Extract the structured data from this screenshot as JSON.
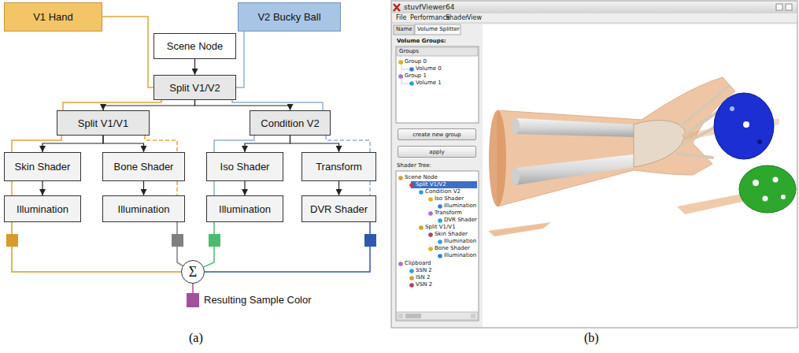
{
  "diagram": {
    "nodes": [
      {
        "text": [
          "V1 Hand"
        ]
      },
      {
        "text": [
          "V2 Bucky Ball"
        ]
      },
      {
        "text": [
          "Scene Node"
        ]
      },
      {
        "text": [
          "Split V1/V2"
        ]
      },
      {
        "text": [
          "Split V1/V1"
        ]
      },
      {
        "text": [
          "Condition V2"
        ]
      },
      {
        "text": [
          "Skin Shader"
        ]
      },
      {
        "text": [
          "Bone Shader"
        ]
      },
      {
        "text": [
          "Iso Shader"
        ]
      },
      {
        "text": [
          "Transform"
        ]
      },
      {
        "text": [
          "Illumination"
        ]
      },
      {
        "text": [
          "Illumination"
        ]
      },
      {
        "text": [
          "Illumination"
        ]
      },
      {
        "text": [
          "DVR Shader"
        ]
      },
      {
        "text": [
          "Σ"
        ]
      },
      {
        "text": [
          "Resulting Sample Color"
        ]
      },
      {
        "text": [
          "create new group"
        ]
      },
      {
        "text": [
          "apply"
        ]
      }
    ],
    "edges": [
      {
        "from": 2,
        "to": 3,
        "arrow": "to"
      },
      {
        "from": 3,
        "to": 4,
        "arrow": "to"
      },
      {
        "from": 3,
        "to": 5,
        "arrow": "to"
      },
      {
        "from": 4,
        "to": 6,
        "arrow": "to"
      },
      {
        "from": 4,
        "to": 7,
        "arrow": "to"
      },
      {
        "from": 5,
        "to": 8,
        "arrow": "to"
      },
      {
        "from": 5,
        "to": 9,
        "arrow": "to"
      },
      {
        "from": 6,
        "to": 10,
        "arrow": "to"
      },
      {
        "from": 7,
        "to": 11,
        "arrow": "to"
      },
      {
        "from": 8,
        "to": 12,
        "arrow": "to"
      },
      {
        "from": 9,
        "to": 13,
        "arrow": "to"
      },
      {
        "from": 0,
        "to": 3,
        "arrow": "none"
      },
      {
        "from": 1,
        "to": 3,
        "arrow": "none"
      },
      {
        "from": 10,
        "to": 14,
        "arrow": "none"
      },
      {
        "from": 11,
        "to": 14,
        "arrow": "none"
      },
      {
        "from": 12,
        "to": 14,
        "arrow": "none"
      },
      {
        "from": 13,
        "to": 14,
        "arrow": "none"
      },
      {
        "from": 14,
        "to": 15,
        "arrow": "none"
      }
    ],
    "labels": [
      "(a)",
      "(b)",
      "stuvfViewer64",
      "File",
      "Performance",
      "Shader",
      "View",
      "Name",
      "Volume Splitter",
      "Volume Groups:",
      "Groups",
      "Group 0",
      "Volume 0",
      "Group 1",
      "Volume 1",
      "Shader Tree:",
      "Scene Node",
      "Split V1/V2",
      "Condition V2",
      "Iso Shader",
      "Illumination",
      "Transform",
      "DVR Shader",
      "Split V1/V1",
      "Skin Shader",
      "Illumination",
      "Bone Shader",
      "Illumination",
      "Clipboard",
      "SSN 2",
      "ISN 2",
      "VSN 2"
    ]
  }
}
